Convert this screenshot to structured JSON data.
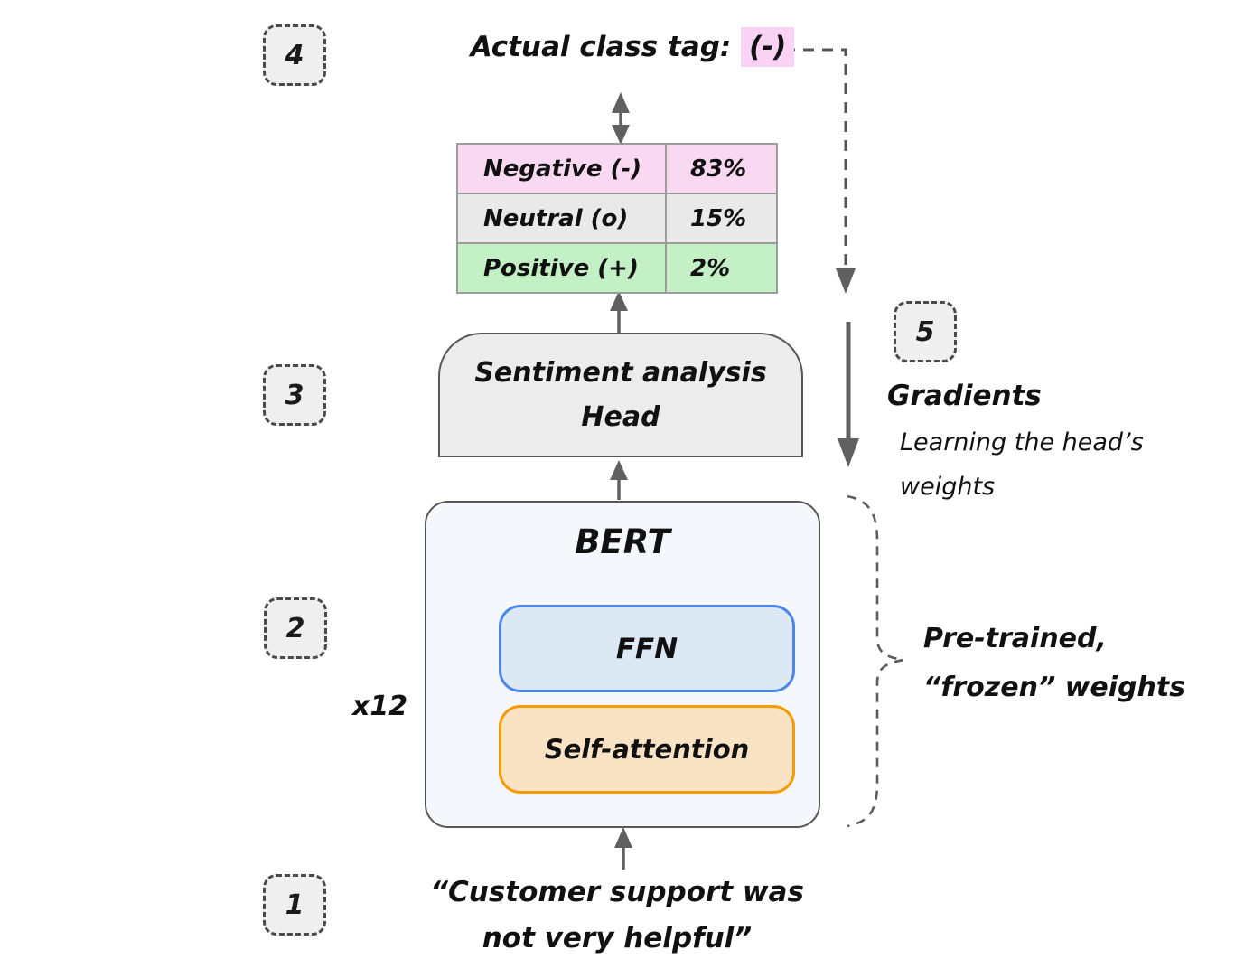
{
  "badges": {
    "b1": "1",
    "b2": "2",
    "b3": "3",
    "b4": "4",
    "b5": "5"
  },
  "actual_class": {
    "label": "Actual class tag:",
    "tag": "(-)"
  },
  "prediction_table": {
    "rows": [
      {
        "label": "Negative (-)",
        "value": "83%"
      },
      {
        "label": "Neutral (o)",
        "value": "15%"
      },
      {
        "label": "Positive (+)",
        "value": "2%"
      }
    ]
  },
  "head": {
    "line1": "Sentiment analysis",
    "line2": "Head"
  },
  "bert": {
    "title": "BERT",
    "ffn": "FFN",
    "self_attention": "Self-attention",
    "repeat_label": "x12"
  },
  "gradients": {
    "title": "Gradients",
    "subtitle_line1": "Learning the head’s",
    "subtitle_line2": "weights"
  },
  "frozen_note": {
    "line1": "Pre-trained,",
    "line2": "“frozen” weights"
  },
  "input_text": {
    "line1": "“Customer support was",
    "line2": "not very helpful”"
  },
  "colors": {
    "negative_row": "#f9d9f2",
    "neutral_row": "#e9e9e9",
    "positive_row": "#c4f0c6",
    "tag_highlight": "#f9d2f4",
    "bert_fill": "#f4f8fd",
    "ffn_fill": "#dce8f4",
    "ffn_border": "#4c86e9",
    "attention_fill": "#fae3c5",
    "attention_border": "#f59b00",
    "head_fill": "#ececec",
    "arrow": "#606060"
  }
}
